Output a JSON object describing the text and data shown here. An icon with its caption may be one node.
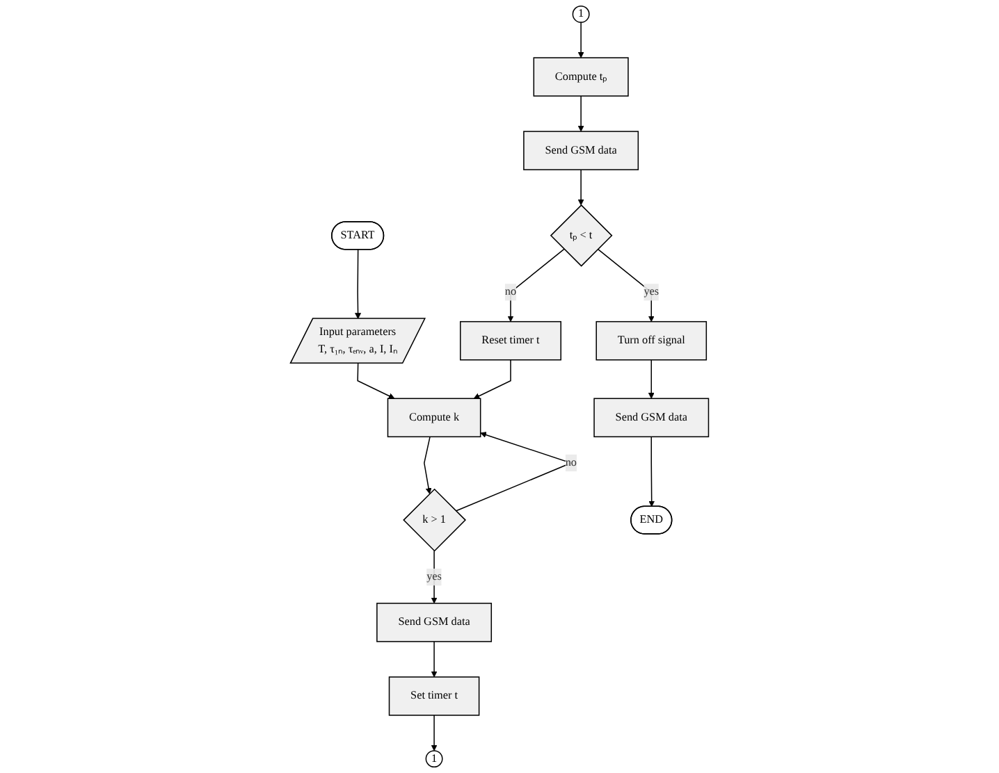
{
  "diagram": {
    "nodes": [
      {
        "text": [
          "START"
        ]
      },
      {
        "text": [
          "Input parameters",
          "T, τ₁ₙ, τₑₙᵥ, a, I, Iₙ"
        ]
      },
      {
        "text": [
          "Compute k"
        ]
      },
      {
        "text": [
          "k > 1"
        ]
      },
      {
        "text": [
          "Send GSM data"
        ]
      },
      {
        "text": [
          "Set timer t"
        ]
      },
      {
        "text": [
          "1"
        ]
      },
      {
        "text": [
          "1"
        ]
      },
      {
        "text": [
          "Compute tₚ"
        ]
      },
      {
        "text": [
          "Send GSM data"
        ]
      },
      {
        "text": [
          "tₚ < t"
        ]
      },
      {
        "text": [
          "Reset timer t"
        ]
      },
      {
        "text": [
          "Turn off signal"
        ]
      },
      {
        "text": [
          "Send GSM data"
        ]
      },
      {
        "text": [
          "END"
        ]
      }
    ],
    "edges": [
      {
        "from": 0,
        "to": 1,
        "arrow": "to"
      },
      {
        "from": 1,
        "to": 2,
        "arrow": "to"
      },
      {
        "from": 2,
        "to": 3,
        "arrow": "to"
      },
      {
        "from": 3,
        "to": 2,
        "arrow": "to",
        "label": "no"
      },
      {
        "from": 3,
        "to": 4,
        "arrow": "to",
        "label": "yes"
      },
      {
        "from": 4,
        "to": 5,
        "arrow": "to"
      },
      {
        "from": 5,
        "to": 6,
        "arrow": "to"
      },
      {
        "from": 7,
        "to": 8,
        "arrow": "to"
      },
      {
        "from": 8,
        "to": 9,
        "arrow": "to"
      },
      {
        "from": 9,
        "to": 10,
        "arrow": "to"
      },
      {
        "from": 10,
        "to": 11,
        "arrow": "to",
        "label": "no"
      },
      {
        "from": 11,
        "to": 2,
        "arrow": "to"
      },
      {
        "from": 10,
        "to": 12,
        "arrow": "to",
        "label": "yes"
      },
      {
        "from": 12,
        "to": 13,
        "arrow": "to"
      },
      {
        "from": 13,
        "to": 14,
        "arrow": "to"
      }
    ]
  }
}
